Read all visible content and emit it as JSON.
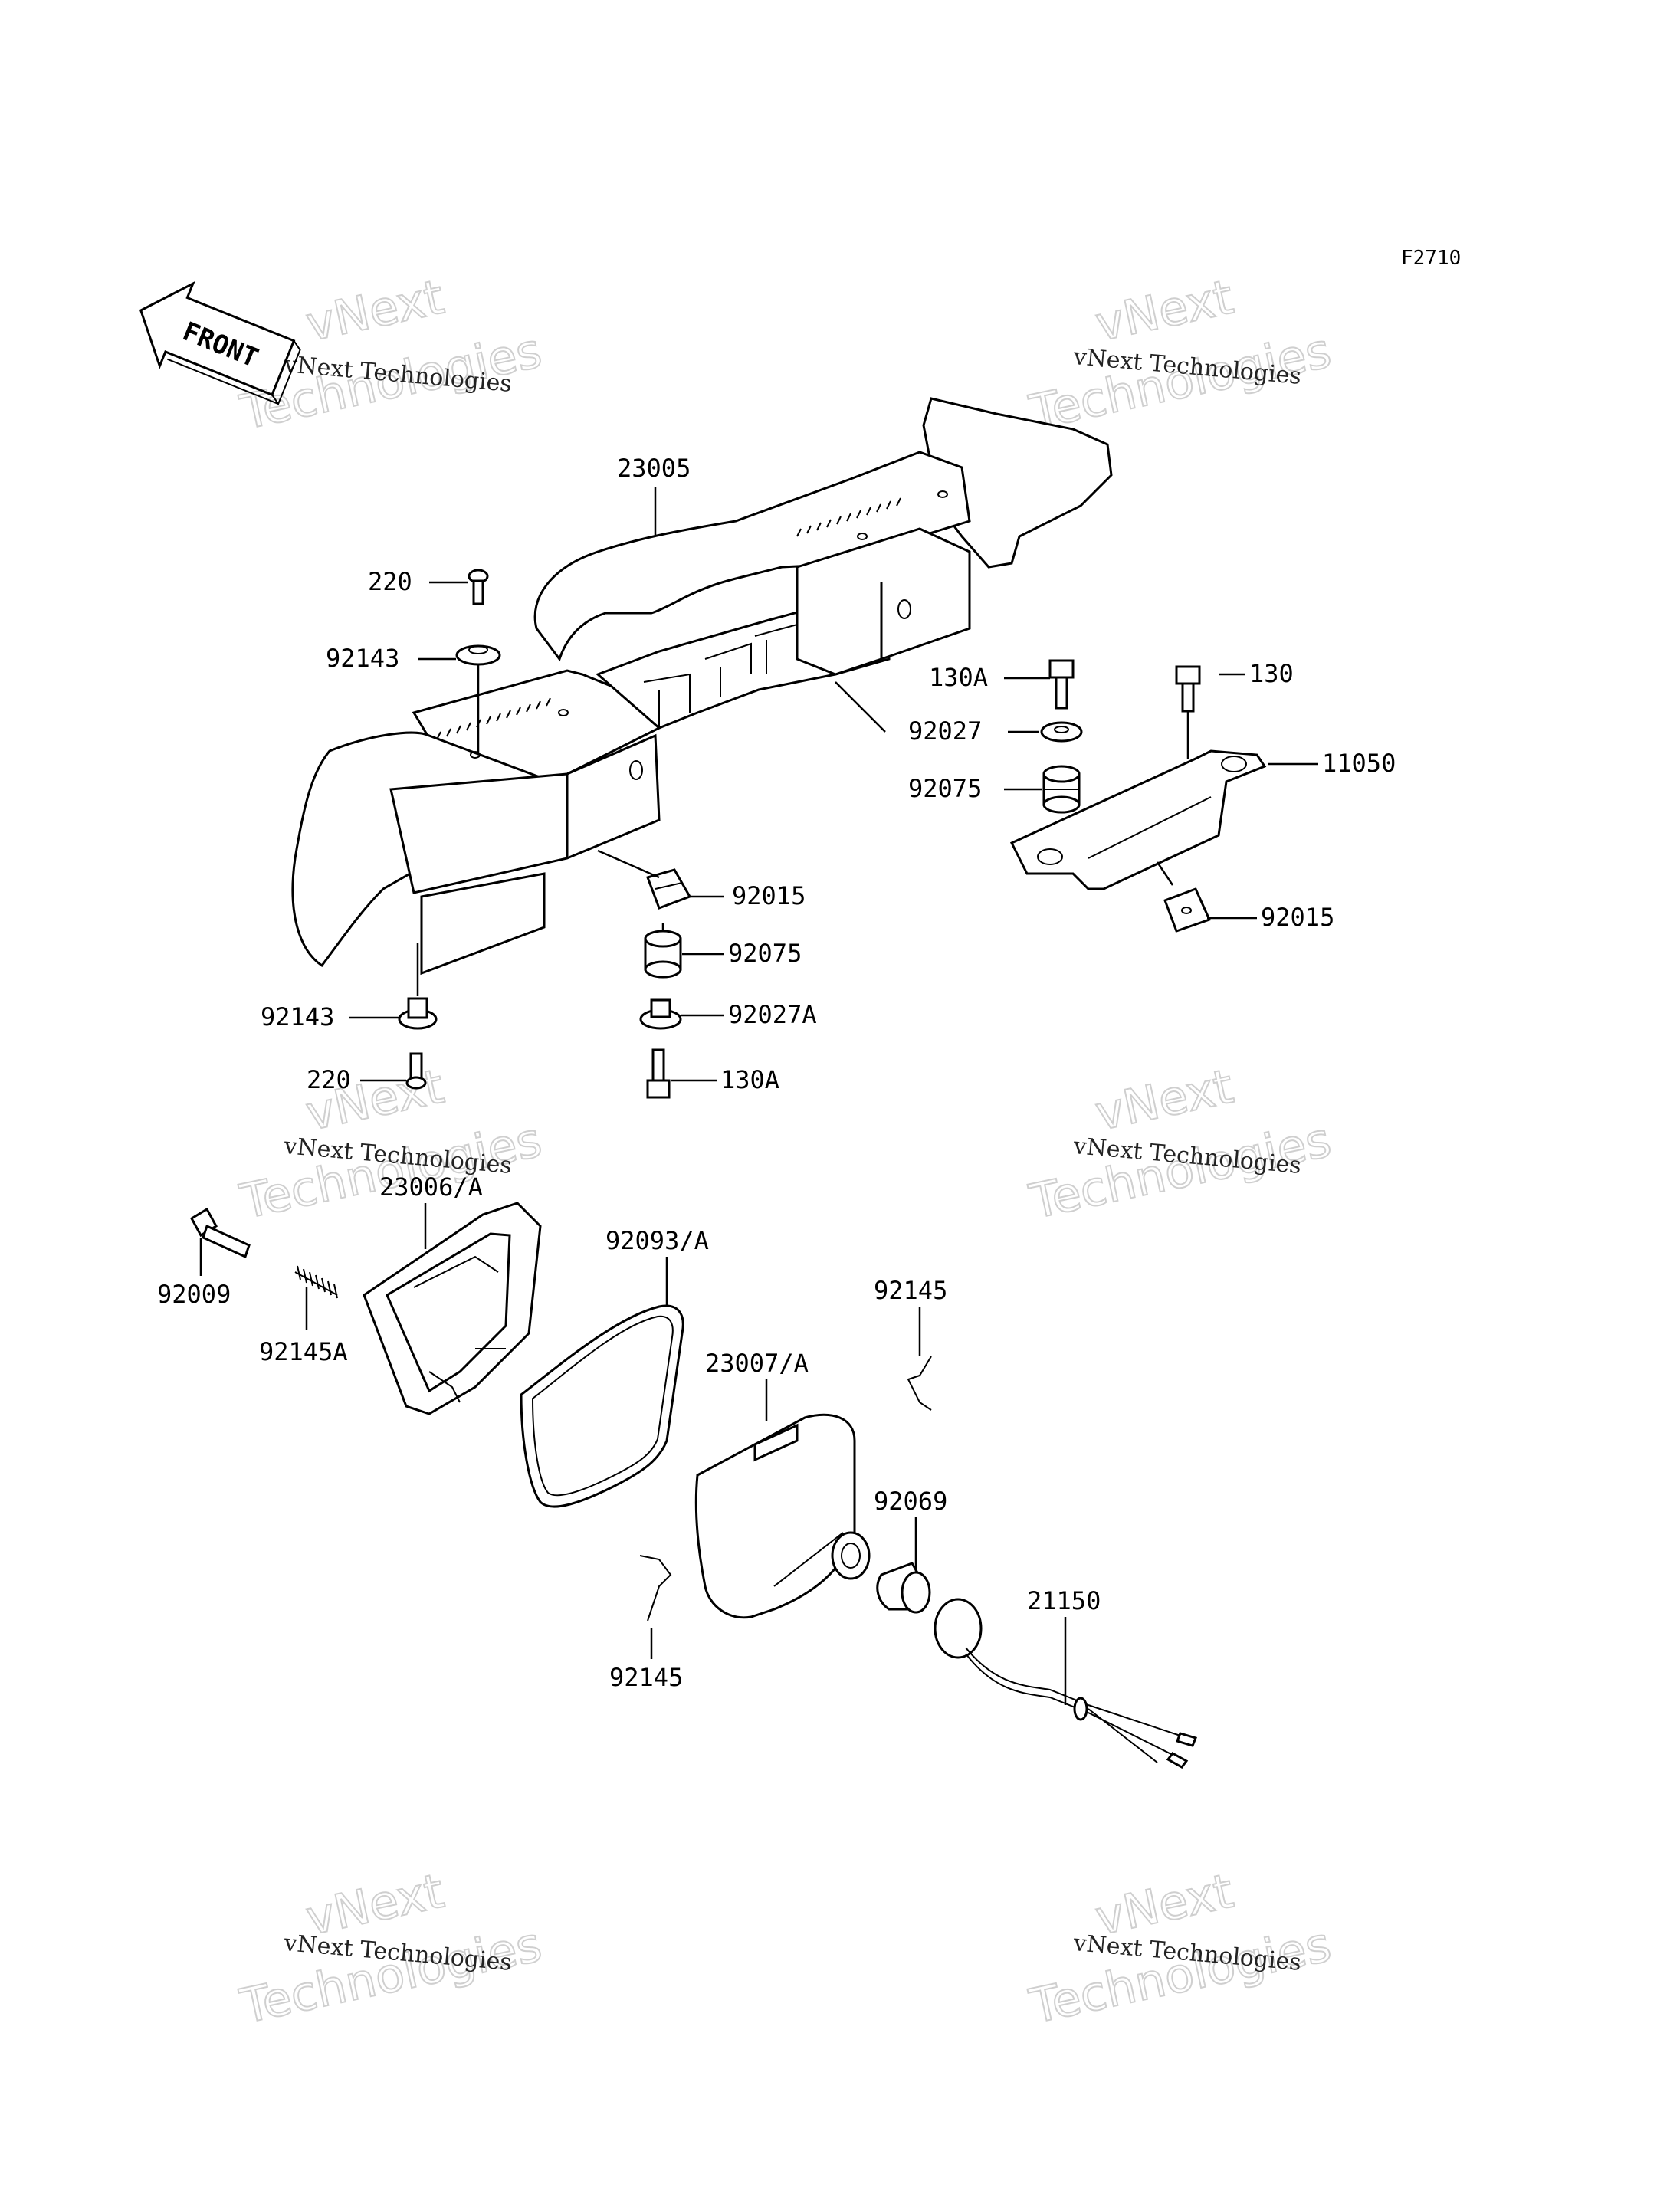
{
  "figure_code": "F2710",
  "front_arrow_label": "FRONT",
  "watermark": {
    "line1": "vNext Technologies",
    "line2a": "vNext",
    "line2b": "Technologies"
  },
  "callouts": {
    "p23005": "23005",
    "p220_top": "220",
    "p92143_top": "92143",
    "p130A_top": "130A",
    "p130": "130",
    "p92027": "92027",
    "p11050": "11050",
    "p92075_right": "92075",
    "p92015_mid": "92015",
    "p92015_right": "92015",
    "p92075_mid": "92075",
    "p92143_bottom": "92143",
    "p92027A": "92027A",
    "p220_bottom": "220",
    "p130A_bottom": "130A",
    "p23006A": "23006/A",
    "p92009": "92009",
    "p92145A": "92145A",
    "p92093A": "92093/A",
    "p92145_top": "92145",
    "p23007A": "23007/A",
    "p92069": "92069",
    "p21150": "21150",
    "p92145_bottom": "92145"
  }
}
